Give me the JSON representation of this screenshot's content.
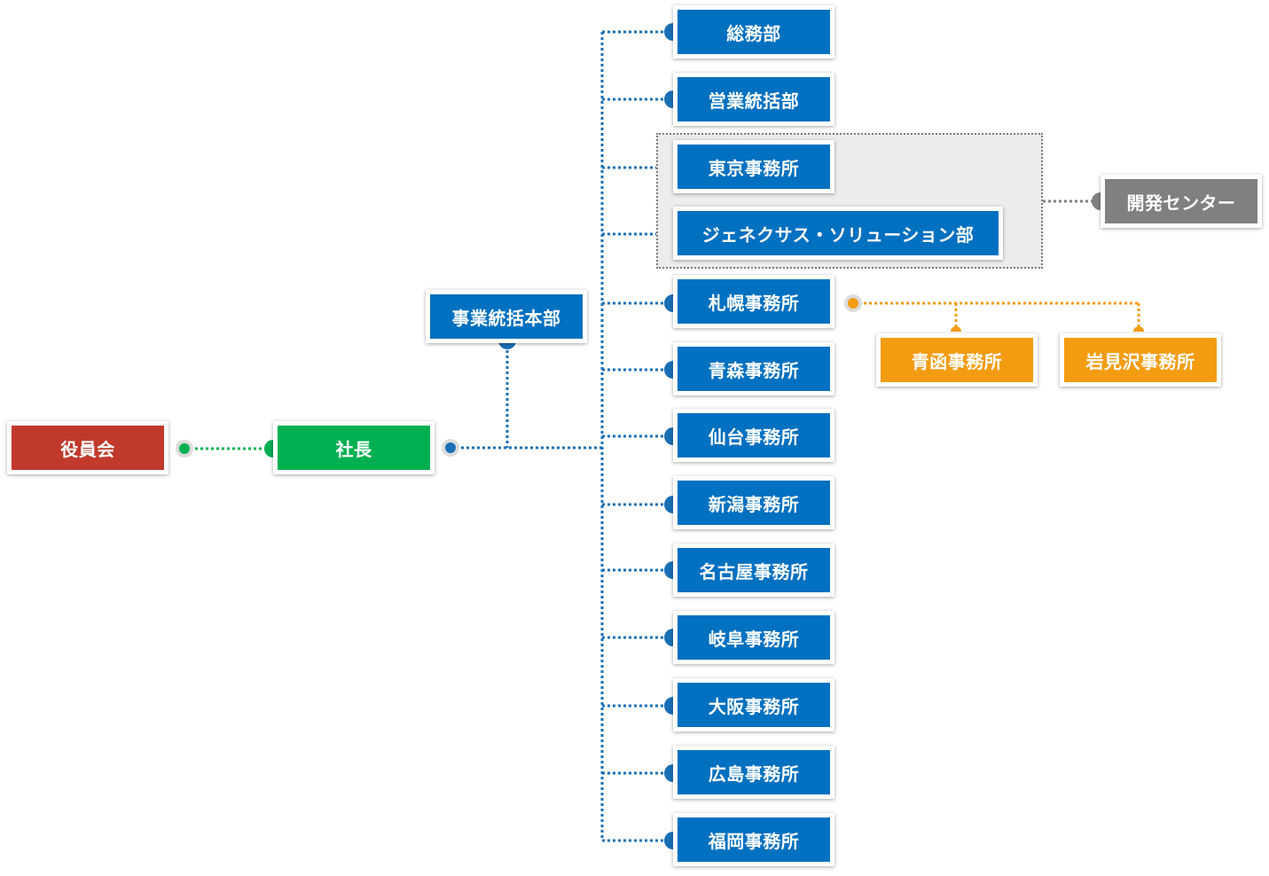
{
  "colors": {
    "board": "#c0392b",
    "president": "#00b050",
    "department": "#0070c0",
    "sapporo_branch": "#f39c12",
    "dev_center": "#808080"
  },
  "nodes": {
    "board": "役員会",
    "president": "社長",
    "hq": "事業統括本部",
    "soumu": "総務部",
    "eigyo": "営業統括部",
    "tokyo": "東京事務所",
    "genexus": "ジェネクサス・ソリューション部",
    "sapporo": "札幌事務所",
    "aomori": "青森事務所",
    "sendai": "仙台事務所",
    "niigata": "新潟事務所",
    "nagoya": "名古屋事務所",
    "gifu": "岐阜事務所",
    "osaka": "大阪事務所",
    "hiroshima": "広島事務所",
    "fukuoka": "福岡事務所",
    "hakodate": "青函事務所",
    "iwamizawa": "岩見沢事務所",
    "dev_center": "開発センター"
  }
}
